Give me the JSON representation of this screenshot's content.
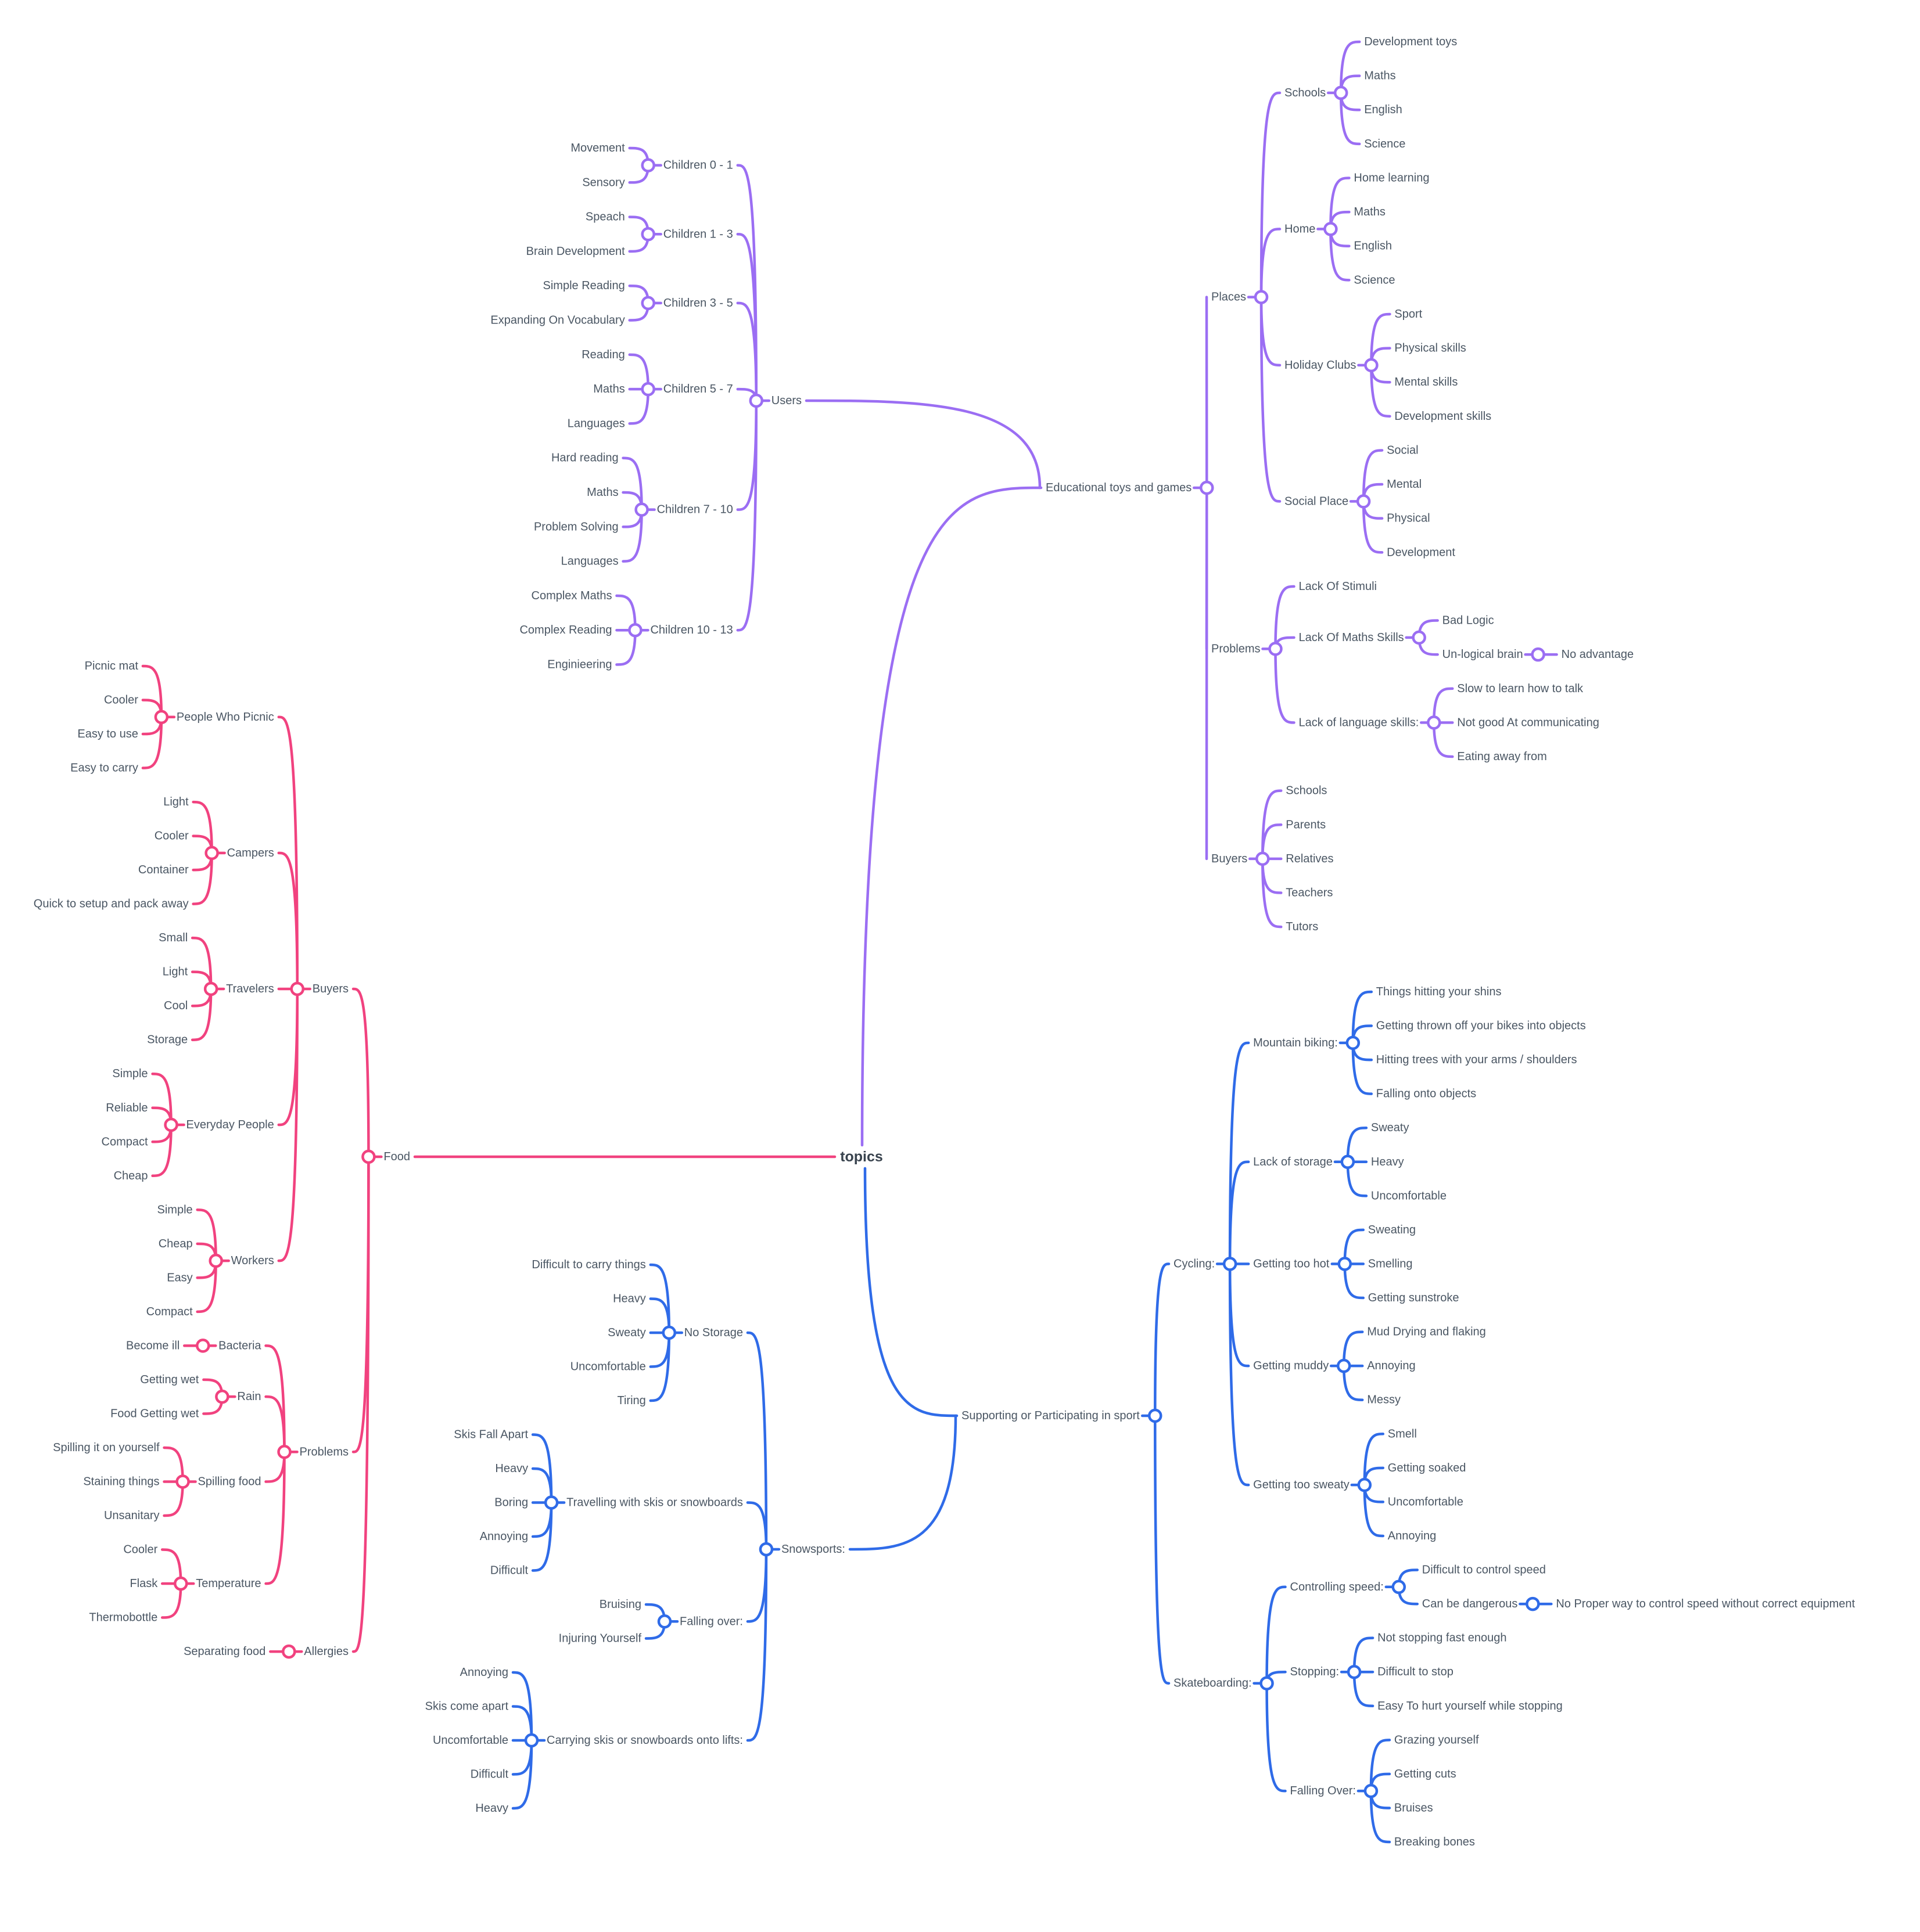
{
  "title": "topics",
  "colors": {
    "purple": "#9b6ef3",
    "pink": "#f1427f",
    "blue": "#2f6be8",
    "text": "#4a5663",
    "root_text": "#39434e",
    "background": "#ffffff"
  },
  "branches": [
    {
      "id": "educational",
      "label": "Educational toys and games",
      "color": "#9b6ef3",
      "children": [
        {
          "id": "users",
          "label": "Users",
          "children": [
            {
              "label": "Children 0 - 1",
              "children": [
                {
                  "label": "Movement"
                },
                {
                  "label": "Sensory"
                }
              ]
            },
            {
              "label": "Children 1 - 3",
              "children": [
                {
                  "label": "Speach"
                },
                {
                  "label": "Brain Development"
                }
              ]
            },
            {
              "label": "Children 3 - 5",
              "children": [
                {
                  "label": "Simple Reading"
                },
                {
                  "label": "Expanding On Vocabulary"
                }
              ]
            },
            {
              "label": "Children 5 - 7",
              "children": [
                {
                  "label": "Reading"
                },
                {
                  "label": "Maths"
                },
                {
                  "label": "Languages"
                }
              ]
            },
            {
              "label": "Children 7 - 10",
              "children": [
                {
                  "label": "Hard reading"
                },
                {
                  "label": "Maths"
                },
                {
                  "label": "Problem Solving"
                },
                {
                  "label": "Languages"
                }
              ]
            },
            {
              "label": "Children 10 - 13",
              "children": [
                {
                  "label": "Complex Maths"
                },
                {
                  "label": "Complex Reading"
                },
                {
                  "label": "Enginieering"
                }
              ]
            }
          ]
        },
        {
          "id": "places",
          "label": "Places",
          "children": [
            {
              "label": "Schools",
              "children": [
                {
                  "label": "Development toys"
                },
                {
                  "label": "Maths"
                },
                {
                  "label": "English"
                },
                {
                  "label": "Science"
                }
              ]
            },
            {
              "label": "Home",
              "children": [
                {
                  "label": "Home learning"
                },
                {
                  "label": "Maths"
                },
                {
                  "label": "English"
                },
                {
                  "label": "Science"
                }
              ]
            },
            {
              "label": "Holiday Clubs",
              "children": [
                {
                  "label": "Sport"
                },
                {
                  "label": "Physical skills"
                },
                {
                  "label": "Mental skills"
                },
                {
                  "label": "Development skills"
                }
              ]
            },
            {
              "label": "Social Place",
              "children": [
                {
                  "label": "Social"
                },
                {
                  "label": "Mental"
                },
                {
                  "label": "Physical"
                },
                {
                  "label": "Development"
                }
              ]
            }
          ]
        },
        {
          "id": "problems_toys",
          "label": "Problems",
          "children": [
            {
              "label": "Lack Of Stimuli"
            },
            {
              "label": "Lack Of Maths Skills",
              "children": [
                {
                  "label": "Bad Logic"
                },
                {
                  "label": "Un-logical brain",
                  "children": [
                    {
                      "label": "No advantage"
                    }
                  ]
                }
              ]
            },
            {
              "label": "Lack of language skills:",
              "children": [
                {
                  "label": "Slow to learn how to talk"
                },
                {
                  "label": "Not good At communicating"
                },
                {
                  "label": "Eating away from"
                }
              ]
            }
          ]
        },
        {
          "id": "buyers_toys",
          "label": "Buyers",
          "children": [
            {
              "label": "Schools"
            },
            {
              "label": "Parents"
            },
            {
              "label": "Relatives"
            },
            {
              "label": "Teachers"
            },
            {
              "label": "Tutors"
            }
          ]
        }
      ]
    },
    {
      "id": "food",
      "label": "Food",
      "color": "#f1427f",
      "children": [
        {
          "id": "buyers_food",
          "label": "Buyers",
          "children": [
            {
              "label": "People Who Picnic",
              "children": [
                {
                  "label": "Picnic mat"
                },
                {
                  "label": "Cooler"
                },
                {
                  "label": "Easy to use"
                },
                {
                  "label": "Easy to carry"
                }
              ]
            },
            {
              "label": "Campers",
              "children": [
                {
                  "label": "Light"
                },
                {
                  "label": "Cooler"
                },
                {
                  "label": "Container"
                },
                {
                  "label": "Quick to setup and pack away"
                }
              ]
            },
            {
              "label": "Travelers",
              "children": [
                {
                  "label": "Small"
                },
                {
                  "label": "Light"
                },
                {
                  "label": "Cool"
                },
                {
                  "label": "Storage"
                }
              ]
            },
            {
              "label": "Everyday People",
              "children": [
                {
                  "label": "Simple"
                },
                {
                  "label": "Reliable"
                },
                {
                  "label": "Compact"
                },
                {
                  "label": "Cheap"
                }
              ]
            },
            {
              "label": "Workers",
              "children": [
                {
                  "label": "Simple"
                },
                {
                  "label": "Cheap"
                },
                {
                  "label": "Easy"
                },
                {
                  "label": "Compact"
                }
              ]
            }
          ]
        },
        {
          "id": "problems_food",
          "label": "Problems",
          "children": [
            {
              "label": "Bacteria",
              "children": [
                {
                  "label": "Become ill"
                }
              ]
            },
            {
              "label": "Rain",
              "children": [
                {
                  "label": "Getting wet"
                },
                {
                  "label": "Food Getting wet"
                }
              ]
            },
            {
              "label": "Spilling food",
              "children": [
                {
                  "label": "Spilling it on yourself"
                },
                {
                  "label": "Staining things"
                },
                {
                  "label": "Unsanitary"
                }
              ]
            },
            {
              "label": "Temperature",
              "children": [
                {
                  "label": "Cooler"
                },
                {
                  "label": "Flask"
                },
                {
                  "label": "Thermobottle"
                }
              ]
            }
          ]
        },
        {
          "id": "allergies",
          "label": "Allergies",
          "children": [
            {
              "label": "Separating food"
            }
          ]
        }
      ]
    },
    {
      "id": "sport",
      "label": "Supporting or Participating in sport",
      "color": "#2f6be8",
      "children": [
        {
          "id": "snowsports",
          "label": "Snowsports:",
          "children": [
            {
              "label": "No Storage",
              "children": [
                {
                  "label": "Difficult to carry things"
                },
                {
                  "label": "Heavy"
                },
                {
                  "label": "Sweaty"
                },
                {
                  "label": "Uncomfortable"
                },
                {
                  "label": "Tiring"
                }
              ]
            },
            {
              "label": "Travelling with skis or snowboards",
              "children": [
                {
                  "label": "Skis Fall Apart"
                },
                {
                  "label": "Heavy"
                },
                {
                  "label": "Boring"
                },
                {
                  "label": "Annoying"
                },
                {
                  "label": "Difficult"
                }
              ]
            },
            {
              "label": "Falling over:",
              "children": [
                {
                  "label": "Bruising"
                },
                {
                  "label": "Injuring Yourself"
                }
              ]
            },
            {
              "label": "Carrying skis or snowboards onto lifts:",
              "children": [
                {
                  "label": "Annoying"
                },
                {
                  "label": "Skis come apart"
                },
                {
                  "label": "Uncomfortable"
                },
                {
                  "label": "Difficult"
                },
                {
                  "label": "Heavy"
                }
              ]
            }
          ]
        },
        {
          "id": "cycling",
          "label": "Cycling:",
          "children": [
            {
              "label": "Mountain biking:",
              "children": [
                {
                  "label": "Things hitting your shins"
                },
                {
                  "label": "Getting thrown off your bikes into objects"
                },
                {
                  "label": "Hitting trees with your arms / shoulders"
                },
                {
                  "label": "Falling onto objects"
                }
              ]
            },
            {
              "label": "Lack of storage",
              "children": [
                {
                  "label": "Sweaty"
                },
                {
                  "label": "Heavy"
                },
                {
                  "label": "Uncomfortable"
                }
              ]
            },
            {
              "label": "Getting too hot",
              "children": [
                {
                  "label": "Sweating"
                },
                {
                  "label": "Smelling"
                },
                {
                  "label": "Getting sunstroke"
                }
              ]
            },
            {
              "label": "Getting muddy",
              "children": [
                {
                  "label": "Mud Drying and flaking"
                },
                {
                  "label": "Annoying"
                },
                {
                  "label": "Messy"
                }
              ]
            },
            {
              "label": "Getting too sweaty",
              "children": [
                {
                  "label": "Smell"
                },
                {
                  "label": "Getting soaked"
                },
                {
                  "label": "Uncomfortable"
                },
                {
                  "label": "Annoying"
                }
              ]
            }
          ]
        },
        {
          "id": "skateboarding",
          "label": "Skateboarding:",
          "children": [
            {
              "label": "Controlling speed:",
              "children": [
                {
                  "label": "Difficult to control speed"
                },
                {
                  "label": "Can be dangerous",
                  "children": [
                    {
                      "label": "No Proper way to control speed without correct equipment"
                    }
                  ]
                }
              ]
            },
            {
              "label": "Stopping:",
              "children": [
                {
                  "label": "Not stopping fast enough"
                },
                {
                  "label": "Difficult to stop"
                },
                {
                  "label": "Easy To hurt yourself while stopping"
                }
              ]
            },
            {
              "label": "Falling Over:",
              "children": [
                {
                  "label": "Grazing yourself"
                },
                {
                  "label": "Getting cuts"
                },
                {
                  "label": "Bruises"
                },
                {
                  "label": "Breaking bones"
                }
              ]
            }
          ]
        }
      ]
    }
  ]
}
